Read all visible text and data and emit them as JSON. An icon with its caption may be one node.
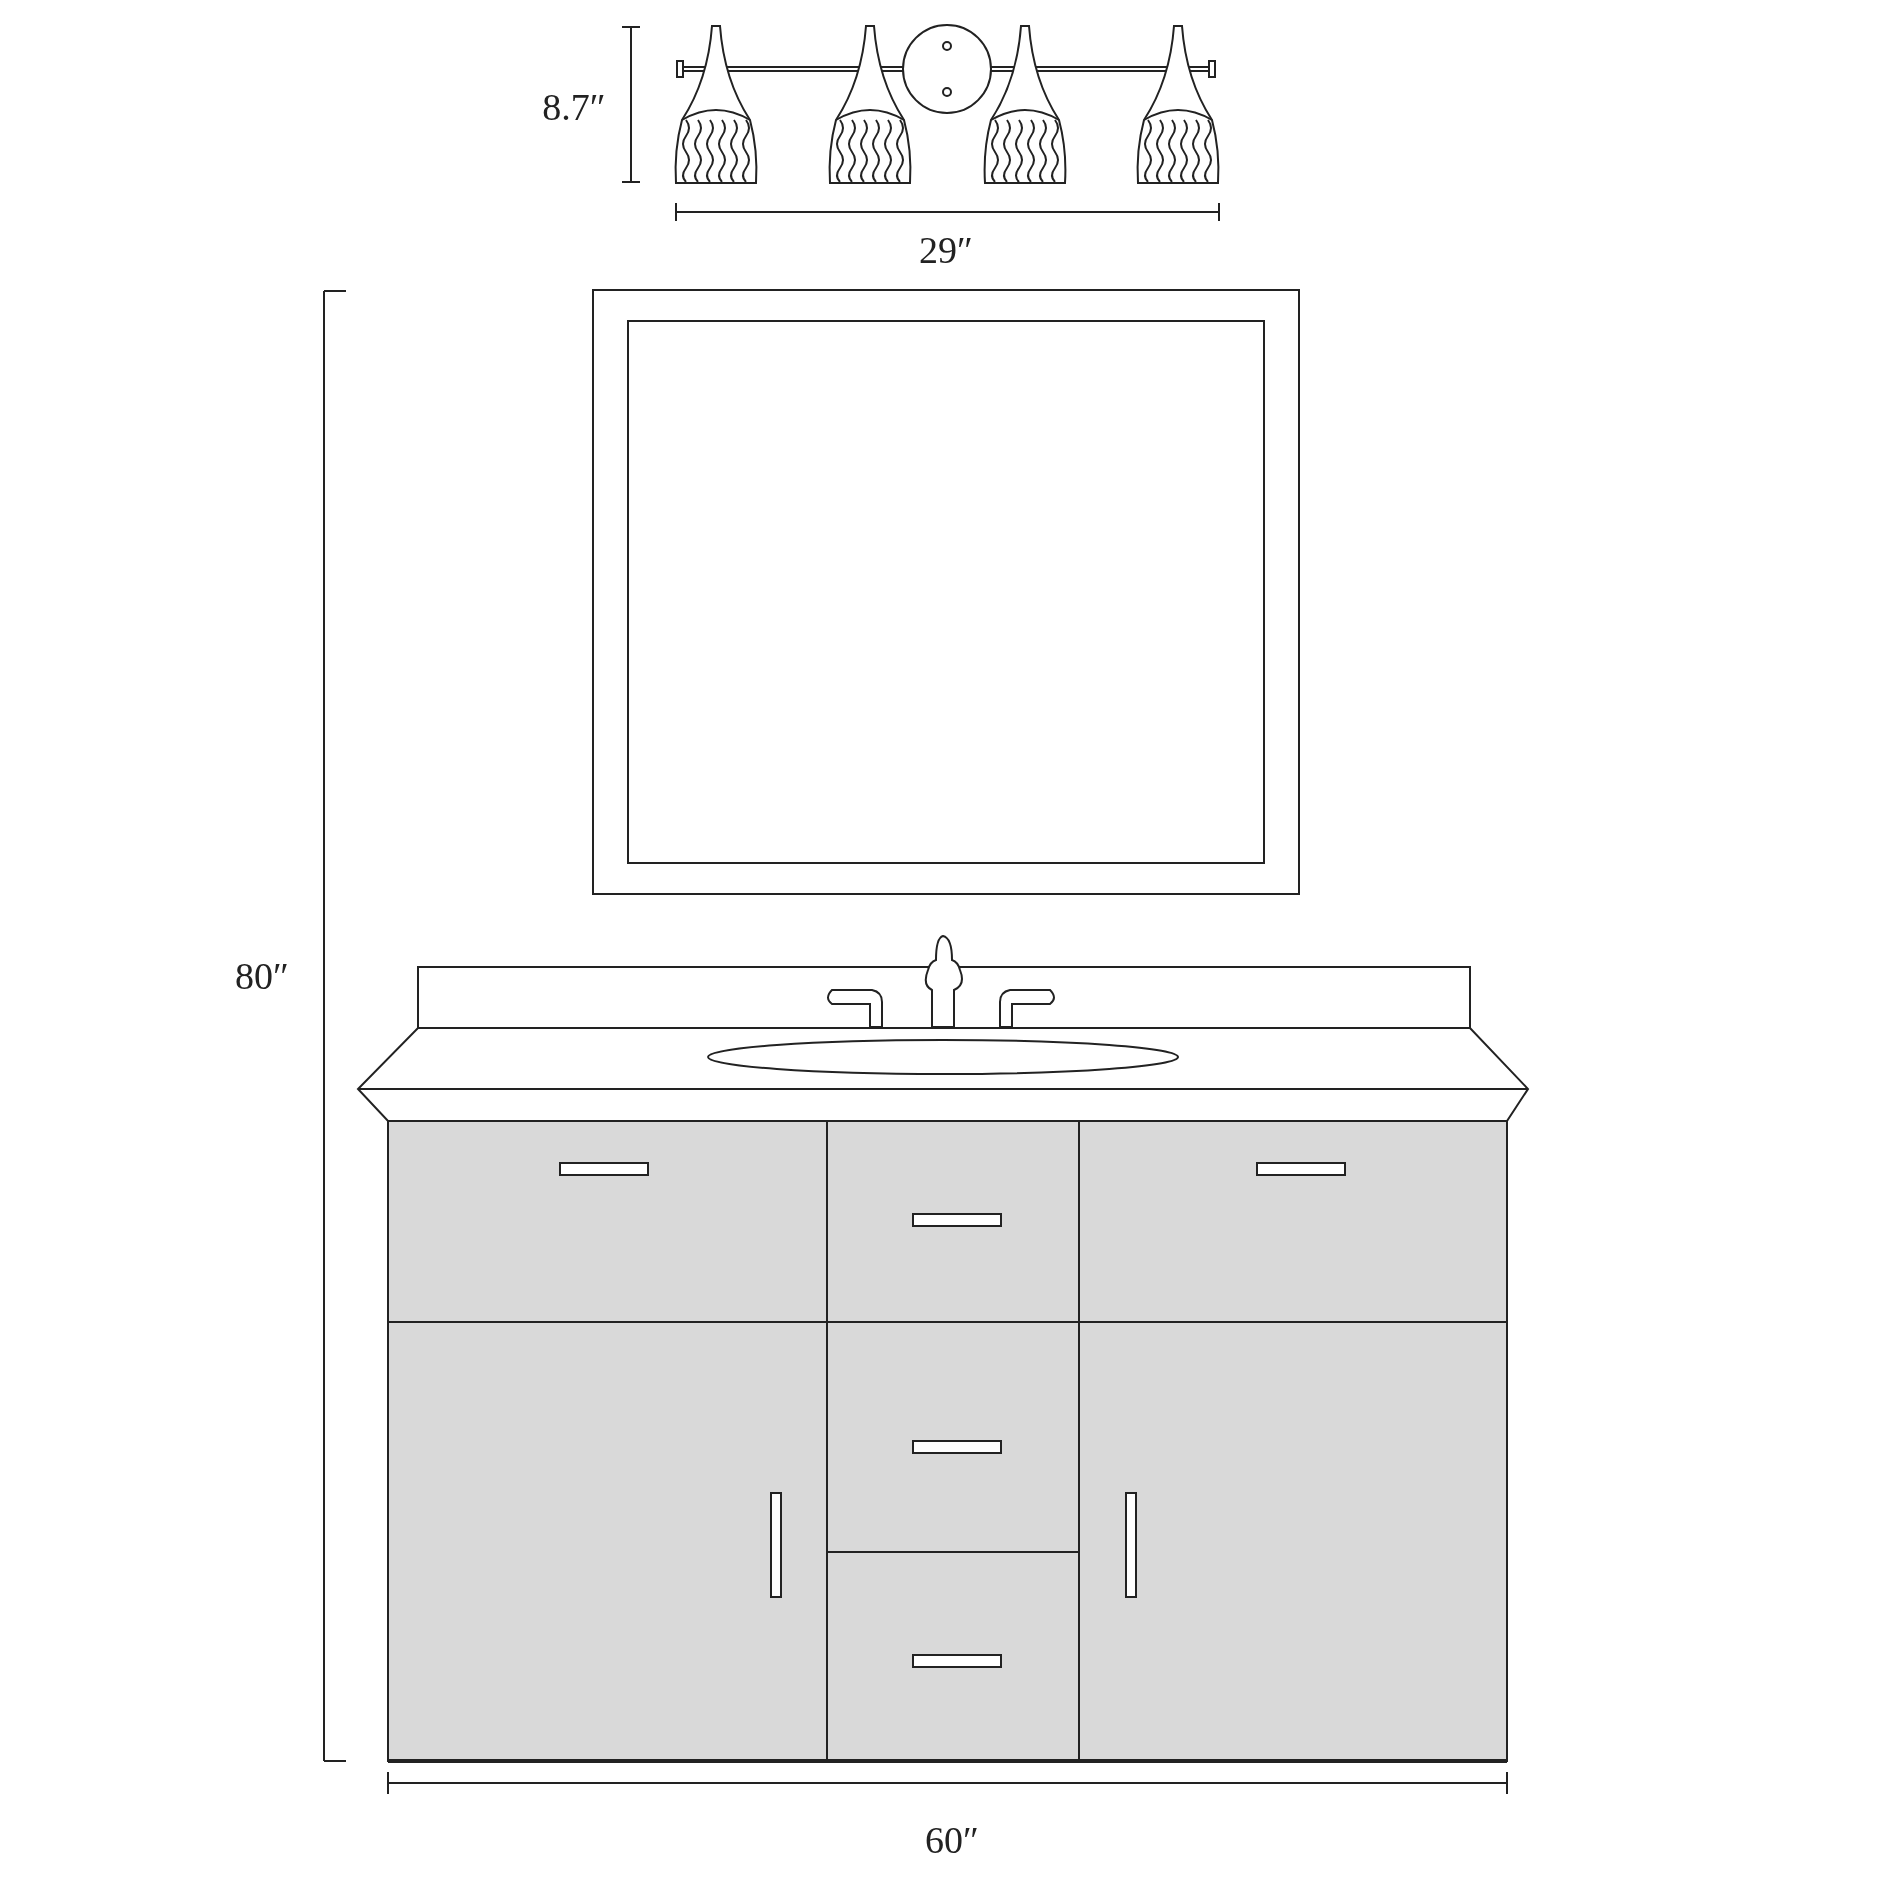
{
  "diagram": {
    "labels": [
      "8.7″",
      "29″",
      "80″",
      "60″"
    ]
  }
}
